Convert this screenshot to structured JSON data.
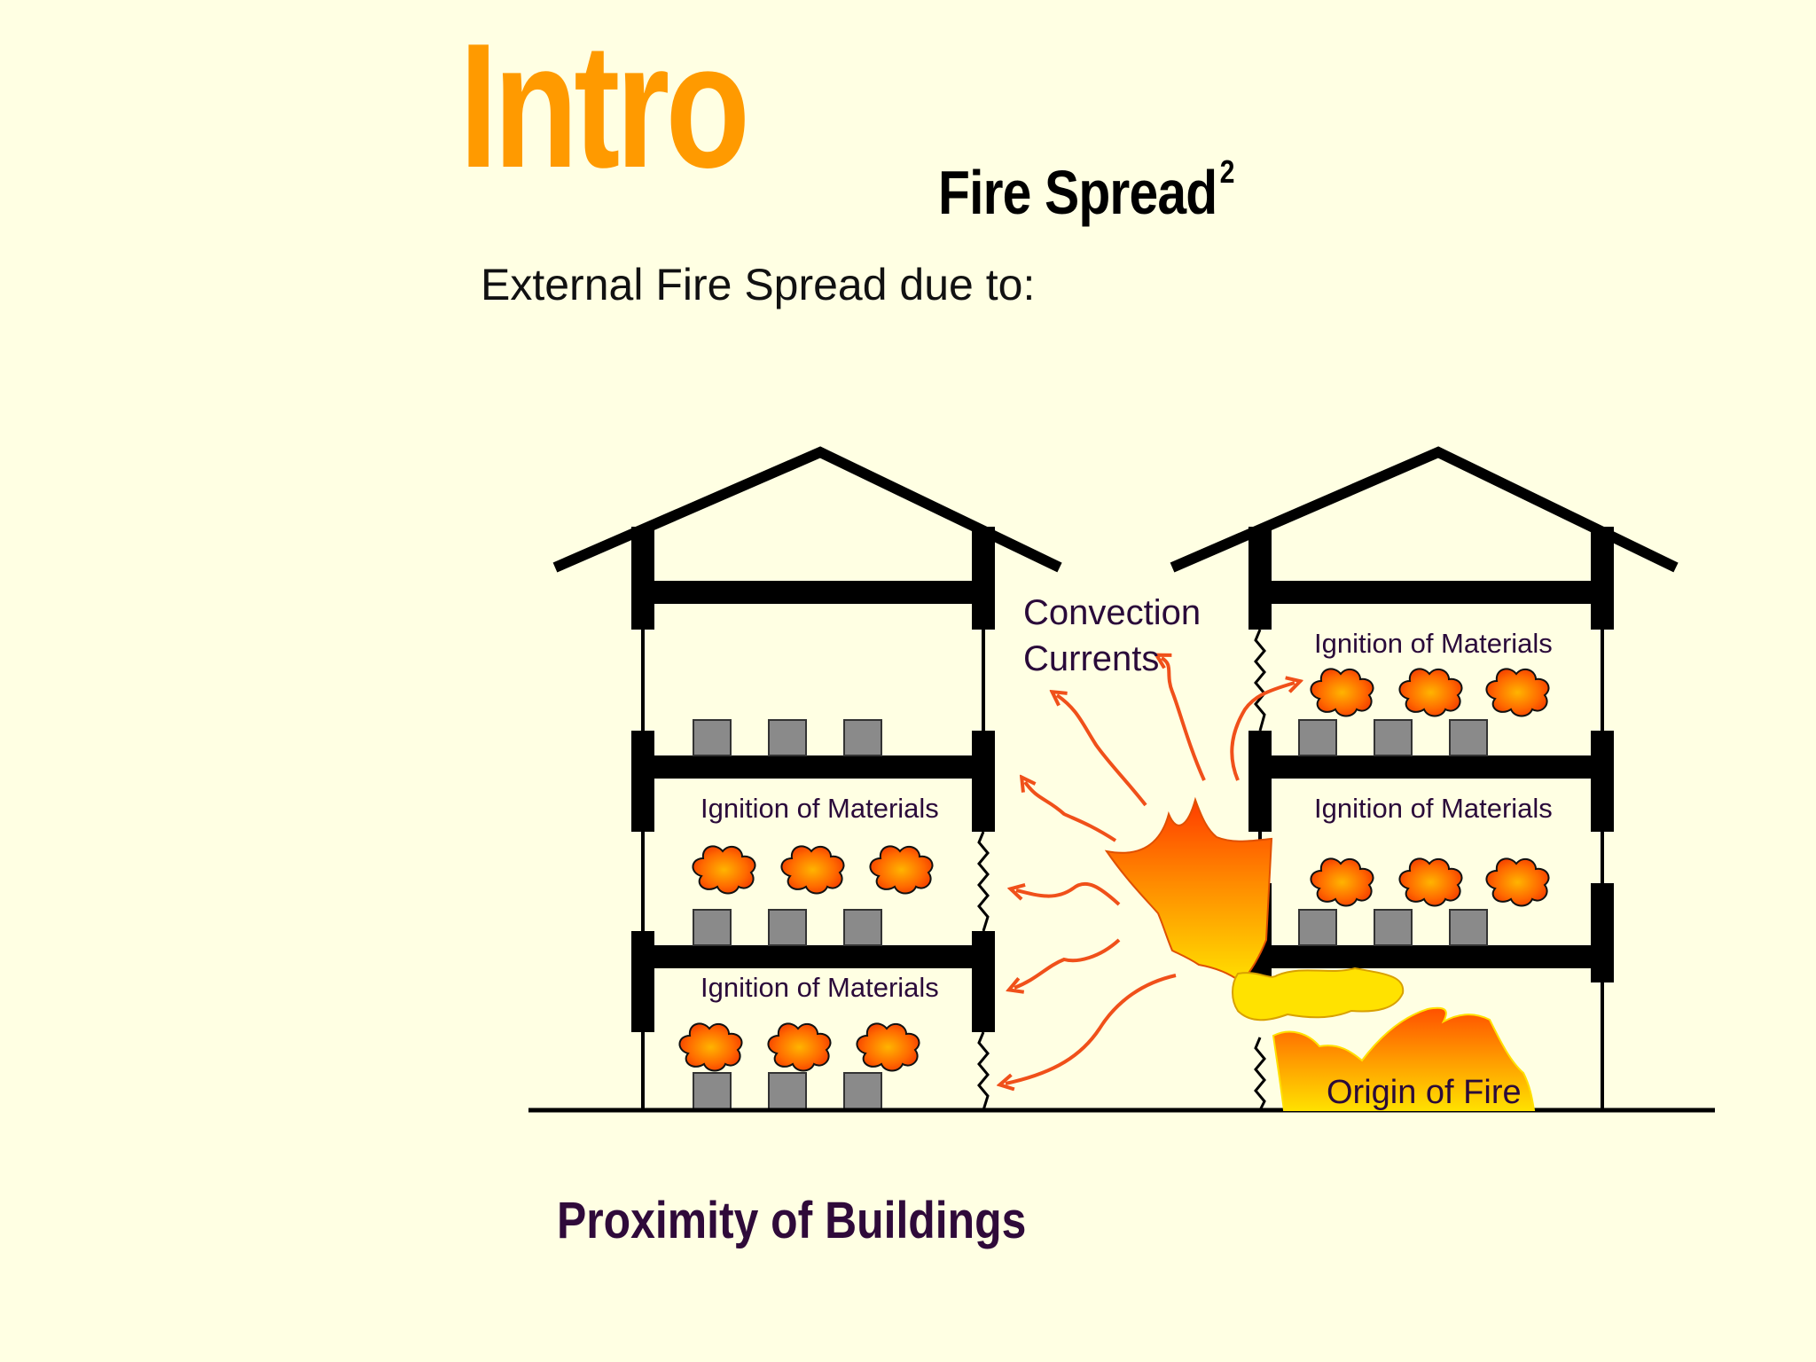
{
  "heading": {
    "title": "Intro",
    "subtitle": "Fire Spread",
    "subtitle_sup": "2"
  },
  "lead_text": "External Fire Spread due to:",
  "caption": "Proximity of Buildings",
  "diagram": {
    "label_convection_line1": "Convection",
    "label_convection_line2": "Currents",
    "label_ignition": "Ignition of Materials",
    "label_origin": "Origin of Fire"
  },
  "colors": {
    "background": "#ffffe3",
    "title": "#ff9a00",
    "caption": "#2f0a3a",
    "label_text": "#2a0a3a",
    "arrow": "#f0501a",
    "flame_outer": "#ff5a00",
    "flame_inner": "#ffe000",
    "crate": "#8a8a8a"
  },
  "icons": [
    "flame-icon",
    "arrow-icon",
    "crate-icon",
    "house-icon"
  ]
}
